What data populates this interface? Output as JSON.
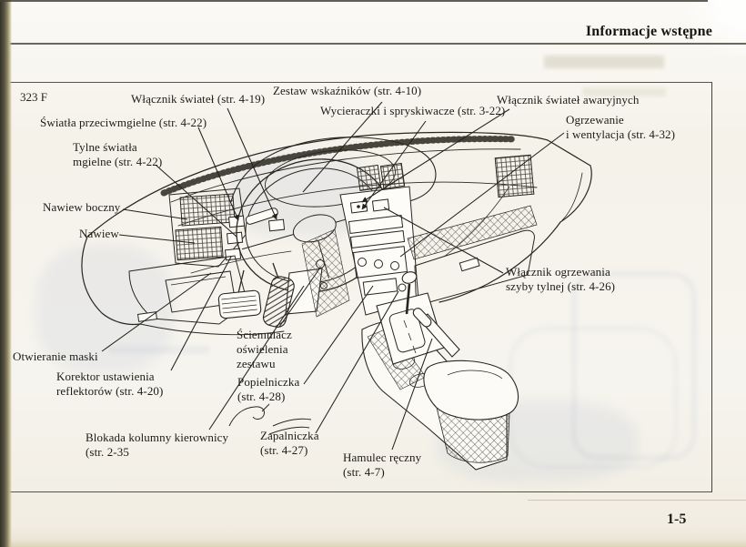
{
  "page": {
    "header_title": "Informacje wstępne",
    "page_number": "1-5",
    "model_code": "323 F"
  },
  "diagram": {
    "subject": "dashboard-overview-illustration",
    "labels": [
      {
        "id": "wlacznik-swiatel",
        "lines": [
          "Włącznik świateł (str. 4-19)"
        ]
      },
      {
        "id": "zestaw-wskaznikow",
        "lines": [
          "Zestaw wskaźników (str. 4-10)"
        ]
      },
      {
        "id": "wycieraczki",
        "lines": [
          "Wycieraczki i spryskiwacze (str. 3-22)"
        ]
      },
      {
        "id": "swiatla-awaryjne",
        "lines": [
          "Włącznik świateł awaryjnych"
        ]
      },
      {
        "id": "ogrzewanie-wentylacja",
        "lines": [
          "Ogrzewanie",
          "i wentylacja (str. 4-32)"
        ]
      },
      {
        "id": "swiatla-przeciwmgielne",
        "lines": [
          "Światła przeciwmgielne (str. 4-22)"
        ]
      },
      {
        "id": "tylne-swiatla-mgielne",
        "lines": [
          "Tylne światła",
          "mgielne (str. 4-22)"
        ]
      },
      {
        "id": "nawiew-boczny",
        "lines": [
          "Nawiew boczny"
        ]
      },
      {
        "id": "nawiew",
        "lines": [
          "Nawiew"
        ]
      },
      {
        "id": "ogrzewanie-szyby-tylnej",
        "lines": [
          "Włącznik ogrzewania",
          "szyby tylnej (str. 4-26)"
        ]
      },
      {
        "id": "otwieranie-maski",
        "lines": [
          "Otwieranie maski"
        ]
      },
      {
        "id": "korektor-reflektorow",
        "lines": [
          "Korektor ustawienia",
          "reflektorów (str. 4-20)"
        ]
      },
      {
        "id": "blokada-kolumny",
        "lines": [
          "Blokada kolumny kierownicy",
          "(str. 2-35"
        ]
      },
      {
        "id": "sciemniacz",
        "lines": [
          "Ściemniacz",
          "oświelenia",
          "zestawu"
        ]
      },
      {
        "id": "popielniczka",
        "lines": [
          "Popielniczka",
          "(str. 4-28)"
        ]
      },
      {
        "id": "zapalniczka",
        "lines": [
          "Zapalniczka",
          "(str. 4-27)"
        ]
      },
      {
        "id": "hamulec-reczny",
        "lines": [
          "Hamulec ręczny",
          "(str. 4-7)"
        ]
      }
    ]
  },
  "colors": {
    "paper": "#f5f2ea",
    "ink": "#23211c",
    "ghost_blue": "#b7c3d6",
    "spine_dark": "#35332a"
  }
}
